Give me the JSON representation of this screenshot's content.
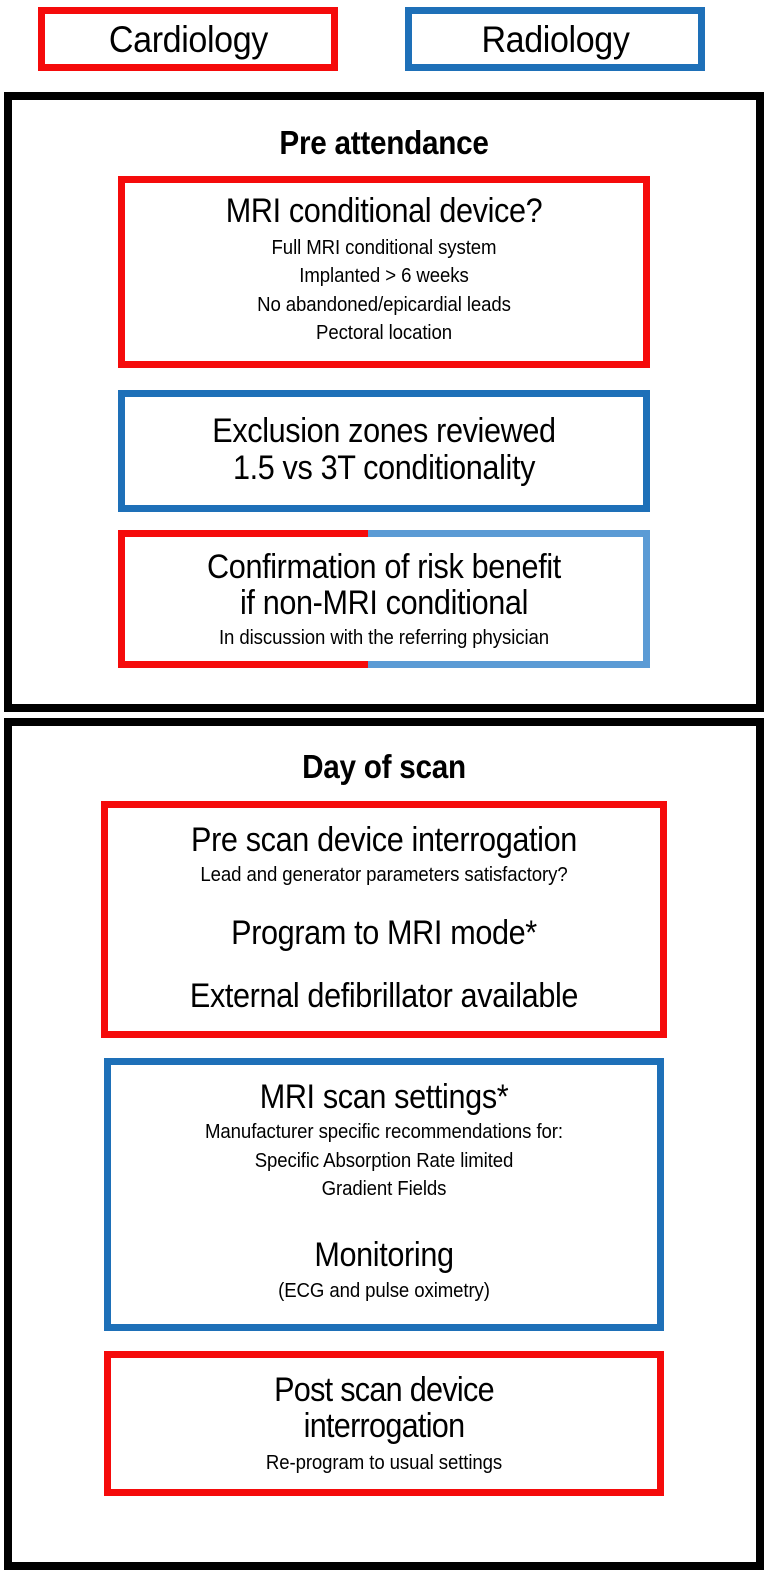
{
  "legend": {
    "items": [
      {
        "label": "Cardiology",
        "color": "#F50B0B",
        "owner": "cardiology"
      },
      {
        "label": "Radiology",
        "color": "#1E70B8",
        "owner": "radiology"
      }
    ]
  },
  "panels": [
    {
      "title": "Pre attendance",
      "steps": [
        {
          "owner": "cardiology",
          "border": "red",
          "title": "MRI conditional device?",
          "sub": "Full MRI conditional system\nImplanted > 6 weeks\nNo abandoned/epicardial leads\nPectoral location"
        },
        {
          "owner": "radiology",
          "border": "blue",
          "title": "Exclusion zones reviewed\n1.5 vs 3T conditionality",
          "sub": ""
        },
        {
          "owner": "shared",
          "border": "split",
          "title": "Confirmation of risk benefit\nif non-MRI conditional",
          "sub": "In discussion with the referring physician"
        }
      ]
    },
    {
      "title": "Day of scan",
      "steps": [
        {
          "owner": "cardiology",
          "border": "red",
          "title": "Pre scan device interrogation",
          "sub": "Lead and generator parameters satisfactory?",
          "line2": "Program to MRI mode*",
          "line3": "External defibrillator available"
        },
        {
          "owner": "radiology",
          "border": "blue",
          "title": "MRI scan settings*",
          "sub": "Manufacturer specific recommendations for:\nSpecific Absorption Rate limited\nGradient Fields",
          "line2": "Monitoring",
          "sub2": "(ECG and pulse oximetry)"
        },
        {
          "owner": "cardiology",
          "border": "red",
          "title": "Post scan device\ninterrogation",
          "sub": "Re-program to usual settings"
        }
      ]
    }
  ]
}
